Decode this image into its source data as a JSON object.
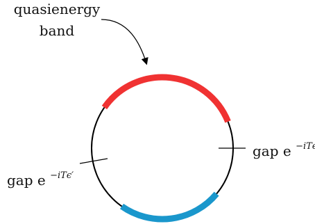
{
  "band_label": {
    "line1": "quasienergy",
    "line2": "band"
  },
  "gap_right": {
    "prefix": "gap  e",
    "exponent": "−iTϵ"
  },
  "gap_left": {
    "prefix": "gap  e",
    "exponent": "−iTϵ′"
  },
  "colors": {
    "circle": "#000000",
    "upper_band": "#f03232",
    "lower_band": "#1a97cc",
    "text": "#111111"
  }
}
